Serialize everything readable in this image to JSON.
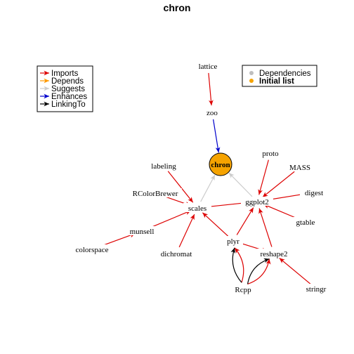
{
  "title": "chron",
  "colors": {
    "imports": "#dd0000",
    "depends": "#ff9900",
    "suggests": "#cccccc",
    "enhances": "#0000cc",
    "linkingto": "#000000",
    "initial_fill": "#f5a300",
    "dependency_dot": "#bebebe"
  },
  "legend_edges": {
    "items": [
      {
        "label": "Imports",
        "color": "#dd0000"
      },
      {
        "label": "Depends",
        "color": "#ff9900"
      },
      {
        "label": "Suggests",
        "color": "#cccccc"
      },
      {
        "label": "Enhances",
        "color": "#0000cc"
      },
      {
        "label": "LinkingTo",
        "color": "#000000"
      }
    ]
  },
  "legend_nodes": {
    "items": [
      {
        "label": "Dependencies",
        "color": "#bebebe",
        "bold": false
      },
      {
        "label": "Initial list",
        "color": "#f5a300",
        "bold": true
      }
    ]
  },
  "nodes": [
    {
      "id": "lattice",
      "label": "lattice"
    },
    {
      "id": "zoo",
      "label": "zoo"
    },
    {
      "id": "chron",
      "label": "chron",
      "initial": true
    },
    {
      "id": "proto",
      "label": "proto"
    },
    {
      "id": "MASS",
      "label": "MASS"
    },
    {
      "id": "labeling",
      "label": "labeling"
    },
    {
      "id": "digest",
      "label": "digest"
    },
    {
      "id": "RColorBrewer",
      "label": "RColorBrewer"
    },
    {
      "id": "ggplot2",
      "label": "ggplot2"
    },
    {
      "id": "scales",
      "label": "scales"
    },
    {
      "id": "gtable",
      "label": "gtable"
    },
    {
      "id": "munsell",
      "label": "munsell"
    },
    {
      "id": "plyr",
      "label": "plyr"
    },
    {
      "id": "colorspace",
      "label": "colorspace"
    },
    {
      "id": "dichromat",
      "label": "dichromat"
    },
    {
      "id": "reshape2",
      "label": "reshape2"
    },
    {
      "id": "Rcpp",
      "label": "Rcpp"
    },
    {
      "id": "stringr",
      "label": "stringr"
    }
  ],
  "edges": [
    {
      "from": "lattice",
      "to": "zoo",
      "type": "imports"
    },
    {
      "from": "zoo",
      "to": "chron",
      "type": "enhances"
    },
    {
      "from": "scales",
      "to": "chron",
      "type": "suggests"
    },
    {
      "from": "ggplot2",
      "to": "chron",
      "type": "suggests"
    },
    {
      "from": "proto",
      "to": "ggplot2",
      "type": "imports"
    },
    {
      "from": "MASS",
      "to": "ggplot2",
      "type": "imports"
    },
    {
      "from": "digest",
      "to": "ggplot2",
      "type": "imports"
    },
    {
      "from": "gtable",
      "to": "ggplot2",
      "type": "imports"
    },
    {
      "from": "scales",
      "to": "ggplot2",
      "type": "imports"
    },
    {
      "from": "plyr",
      "to": "ggplot2",
      "type": "imports"
    },
    {
      "from": "reshape2",
      "to": "ggplot2",
      "type": "imports"
    },
    {
      "from": "labeling",
      "to": "scales",
      "type": "imports"
    },
    {
      "from": "RColorBrewer",
      "to": "scales",
      "type": "imports"
    },
    {
      "from": "munsell",
      "to": "scales",
      "type": "imports"
    },
    {
      "from": "dichromat",
      "to": "scales",
      "type": "imports"
    },
    {
      "from": "plyr",
      "to": "scales",
      "type": "imports"
    },
    {
      "from": "colorspace",
      "to": "munsell",
      "type": "imports"
    },
    {
      "from": "plyr",
      "to": "reshape2",
      "type": "imports"
    },
    {
      "from": "stringr",
      "to": "reshape2",
      "type": "imports"
    },
    {
      "from": "Rcpp",
      "to": "plyr",
      "type": "imports"
    },
    {
      "from": "Rcpp",
      "to": "plyr",
      "type": "linkingto"
    },
    {
      "from": "Rcpp",
      "to": "reshape2",
      "type": "imports"
    },
    {
      "from": "Rcpp",
      "to": "reshape2",
      "type": "linkingto"
    }
  ]
}
